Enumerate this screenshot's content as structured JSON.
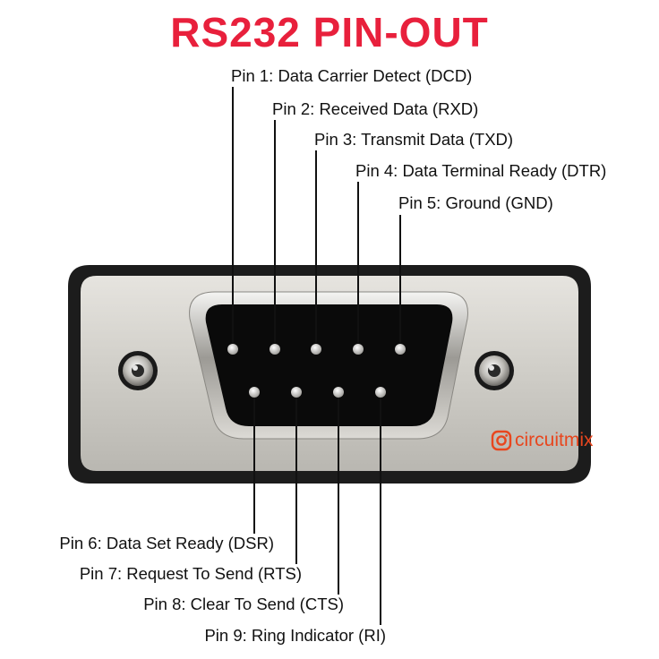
{
  "title": "RS232 PIN-OUT",
  "colors": {
    "title": "#e8203c",
    "brand": "#e8461e",
    "text": "#111111",
    "shell_dark": "#1c1c1c",
    "plate": "#d4d2cd",
    "cavity": "#0a0a0a"
  },
  "pins_top": [
    {
      "label": "Pin 1: Data Carrier Detect (DCD)"
    },
    {
      "label": "Pin 2: Received Data (RXD)"
    },
    {
      "label": "Pin 3: Transmit Data (TXD)"
    },
    {
      "label": "Pin 4: Data Terminal Ready (DTR)"
    },
    {
      "label": "Pin 5: Ground (GND)"
    }
  ],
  "pins_bottom": [
    {
      "label": "Pin 6: Data Set Ready (DSR)"
    },
    {
      "label": "Pin 7: Request To Send (RTS)"
    },
    {
      "label": "Pin 8: Clear To Send (CTS)"
    },
    {
      "label": "Pin 9: Ring Indicator (RI)"
    }
  ],
  "brand": {
    "icon": "instagram-icon",
    "text": "circuitmix"
  }
}
